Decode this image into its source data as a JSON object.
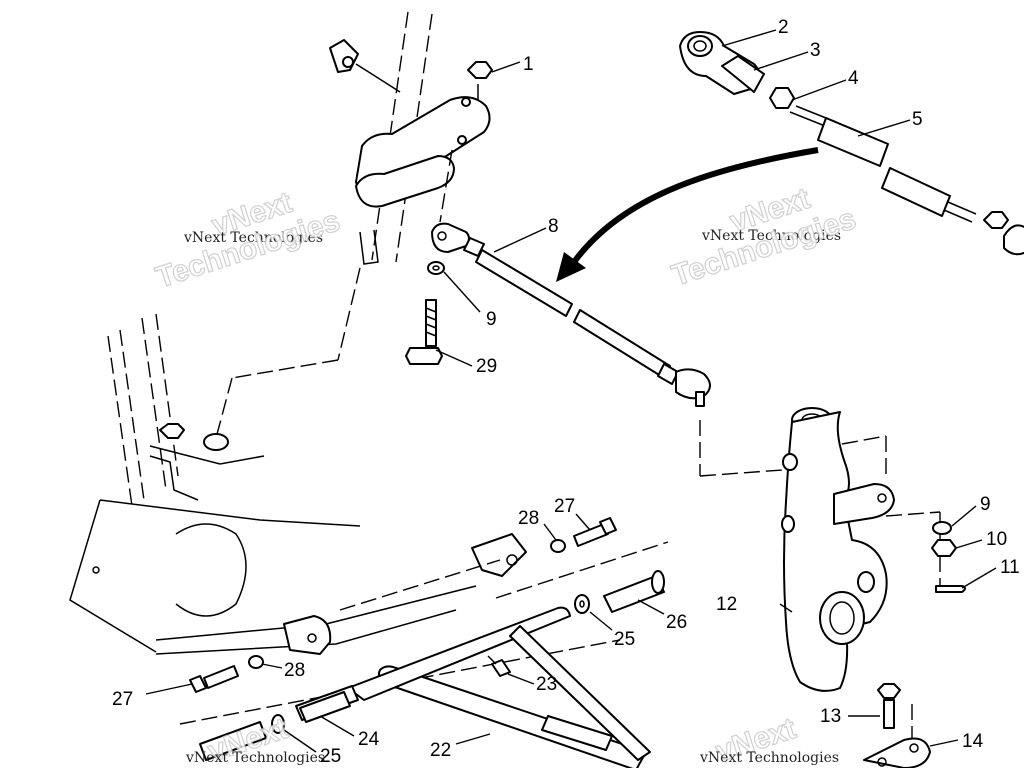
{
  "watermark": {
    "company": "vNext Technologies",
    "brand_top": "vNext",
    "brand_bottom": "Technologies"
  },
  "callouts": [
    {
      "id": "c1",
      "label": "1"
    },
    {
      "id": "c2",
      "label": "2"
    },
    {
      "id": "c3",
      "label": "3"
    },
    {
      "id": "c4",
      "label": "4"
    },
    {
      "id": "c5",
      "label": "5"
    },
    {
      "id": "c8",
      "label": "8"
    },
    {
      "id": "c9a",
      "label": "9"
    },
    {
      "id": "c29",
      "label": "29"
    },
    {
      "id": "c9b",
      "label": "9"
    },
    {
      "id": "c10",
      "label": "10"
    },
    {
      "id": "c11",
      "label": "11"
    },
    {
      "id": "c12",
      "label": "12"
    },
    {
      "id": "c13",
      "label": "13"
    },
    {
      "id": "c14",
      "label": "14"
    },
    {
      "id": "c27a",
      "label": "27"
    },
    {
      "id": "c28a",
      "label": "28"
    },
    {
      "id": "c26",
      "label": "26"
    },
    {
      "id": "c25a",
      "label": "25"
    },
    {
      "id": "c23",
      "label": "23"
    },
    {
      "id": "c27b",
      "label": "27"
    },
    {
      "id": "c28b",
      "label": "28"
    },
    {
      "id": "c24",
      "label": "24"
    },
    {
      "id": "c25b",
      "label": "25"
    },
    {
      "id": "c22",
      "label": "22"
    }
  ]
}
